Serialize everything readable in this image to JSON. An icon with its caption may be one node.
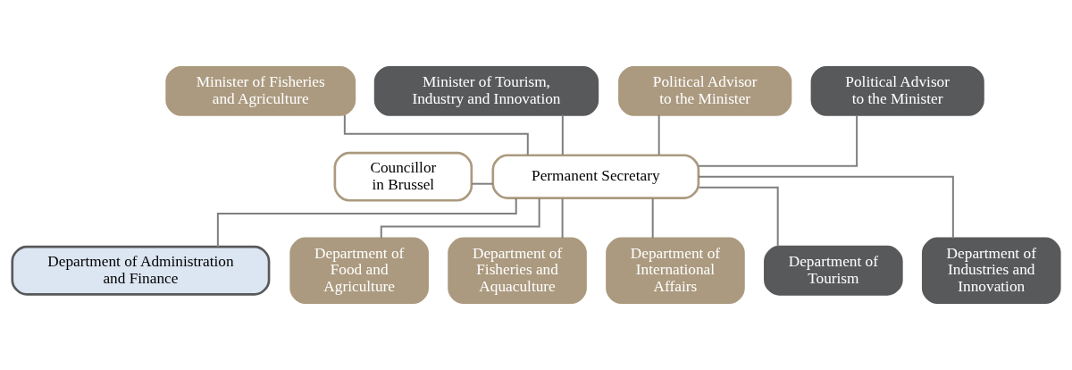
{
  "diagram": {
    "nodes": [
      {
        "text": [
          "Minister of Fisheries and Agriculture"
        ]
      },
      {
        "text": [
          "Minister of Tourism, Industry and Innovation"
        ]
      },
      {
        "text": [
          "Political Advisor to the Minister"
        ]
      },
      {
        "text": [
          "Political Advisor to the Minister"
        ]
      },
      {
        "text": [
          "Councillor in Brussel"
        ]
      },
      {
        "text": [
          "Permanent Secretary"
        ]
      },
      {
        "text": [
          "Department of Administration and Finance"
        ]
      },
      {
        "text": [
          "Department of Food and Agriculture"
        ]
      },
      {
        "text": [
          "Department of Fisheries and Aquaculture"
        ]
      },
      {
        "text": [
          "Department of International Affairs"
        ]
      },
      {
        "text": [
          "Department of Tourism"
        ]
      },
      {
        "text": [
          "Department of Industries and Innovation"
        ]
      }
    ],
    "edges": [
      {
        "from": 0,
        "to": 5,
        "arrow": "none"
      },
      {
        "from": 1,
        "to": 5,
        "arrow": "none"
      },
      {
        "from": 2,
        "to": 5,
        "arrow": "none"
      },
      {
        "from": 3,
        "to": 5,
        "arrow": "none"
      },
      {
        "from": 4,
        "to": 5,
        "arrow": "none"
      },
      {
        "from": 5,
        "to": 6,
        "arrow": "none"
      },
      {
        "from": 5,
        "to": 7,
        "arrow": "none"
      },
      {
        "from": 5,
        "to": 8,
        "arrow": "none"
      },
      {
        "from": 5,
        "to": 9,
        "arrow": "none"
      },
      {
        "from": 5,
        "to": 10,
        "arrow": "none"
      },
      {
        "from": 5,
        "to": 11,
        "arrow": "none"
      }
    ]
  }
}
